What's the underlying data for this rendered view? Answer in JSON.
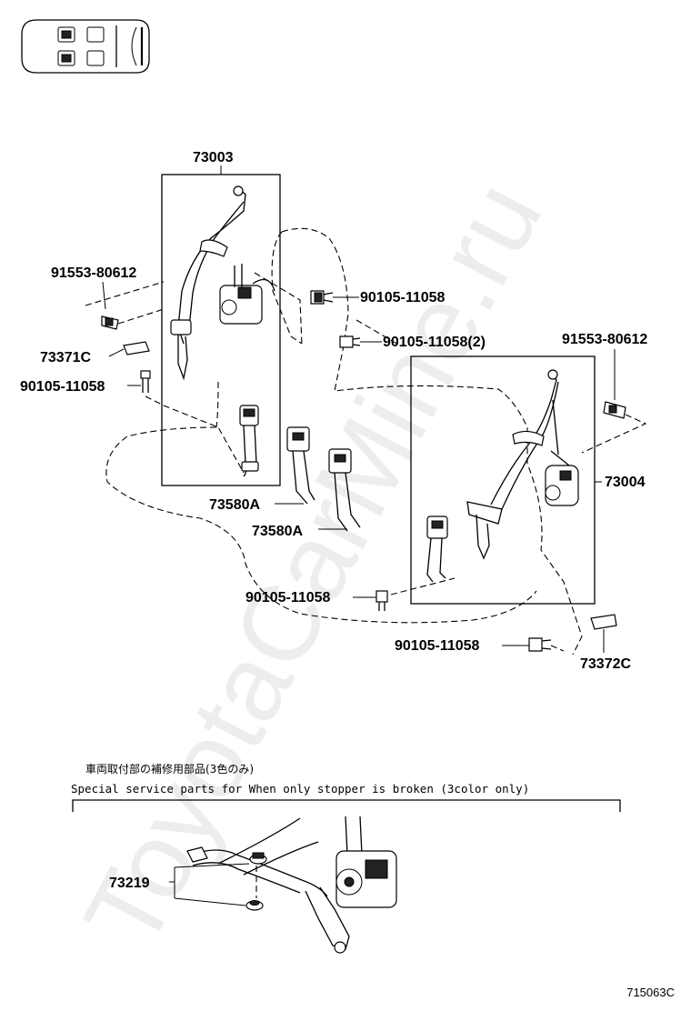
{
  "labels": {
    "assy_rear_left": "73003",
    "assy_rear_right": "73004",
    "screw_top_left": "91553-80612",
    "screw_top_right": "91553-80612",
    "bolt_upper_center": "90105-11058",
    "bolt_center_2": "90105-11058(2)",
    "bolt_left": "90105-11058",
    "bolt_lower_center": "90105-11058",
    "bolt_lower_right": "90105-11058",
    "cover_left": "73371C",
    "cover_right": "73372C",
    "buckle_a1": "73580A",
    "buckle_a2": "73580A",
    "stopper_set": "73219"
  },
  "note": {
    "japanese": "車両取付部の補修用部品(3色のみ)",
    "english": "Special  service  parts  for  When  only  stopper  is  broken  (3color  only)"
  },
  "watermark": "ToyotaCarMine.ru",
  "drawing_code": "715063C",
  "icons": {
    "seat_layout": "seat-layout-icon"
  }
}
